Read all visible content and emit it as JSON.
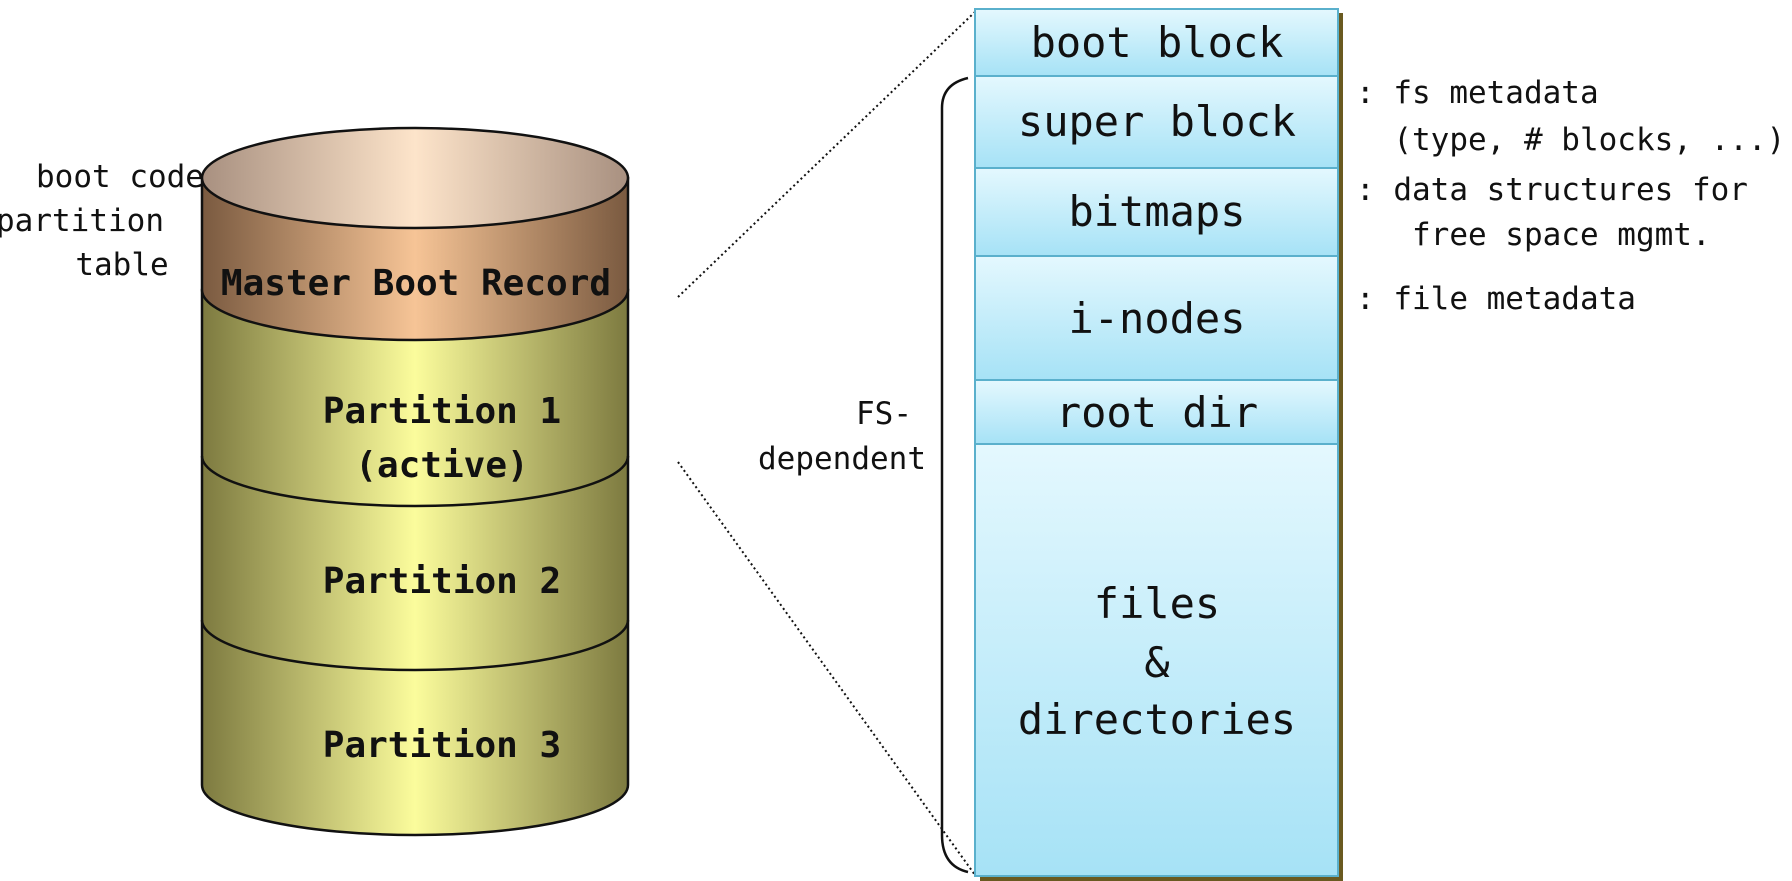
{
  "disk": {
    "mbr_label": "Master Boot Record",
    "mbr_notes": [
      "boot code",
      "partition",
      "table"
    ],
    "partitions": [
      {
        "lines": [
          "Partition 1",
          "(active)"
        ]
      },
      {
        "lines": [
          "Partition 2"
        ]
      },
      {
        "lines": [
          "Partition 3"
        ]
      }
    ]
  },
  "fs_layout": {
    "bracket_label": [
      "FS-",
      "dependent"
    ],
    "blocks": [
      {
        "lines": [
          "boot block"
        ]
      },
      {
        "lines": [
          "super block"
        ]
      },
      {
        "lines": [
          "bitmaps"
        ]
      },
      {
        "lines": [
          "i-nodes"
        ]
      },
      {
        "lines": [
          "root dir"
        ]
      },
      {
        "lines": [
          "files",
          "&",
          "directories"
        ]
      }
    ]
  },
  "annotations": [
    {
      "lines": [
        ": fs metadata",
        "  (type, # blocks, ...)"
      ]
    },
    {
      "lines": [
        ": data structures for",
        "   free space mgmt."
      ]
    },
    {
      "lines": [
        ": file metadata"
      ]
    }
  ],
  "colors": {
    "mbr_band": "#c8906a",
    "partition_band": "#c8c070",
    "block_fill": "#b8e8f8",
    "block_border": "#5ab0cc"
  }
}
